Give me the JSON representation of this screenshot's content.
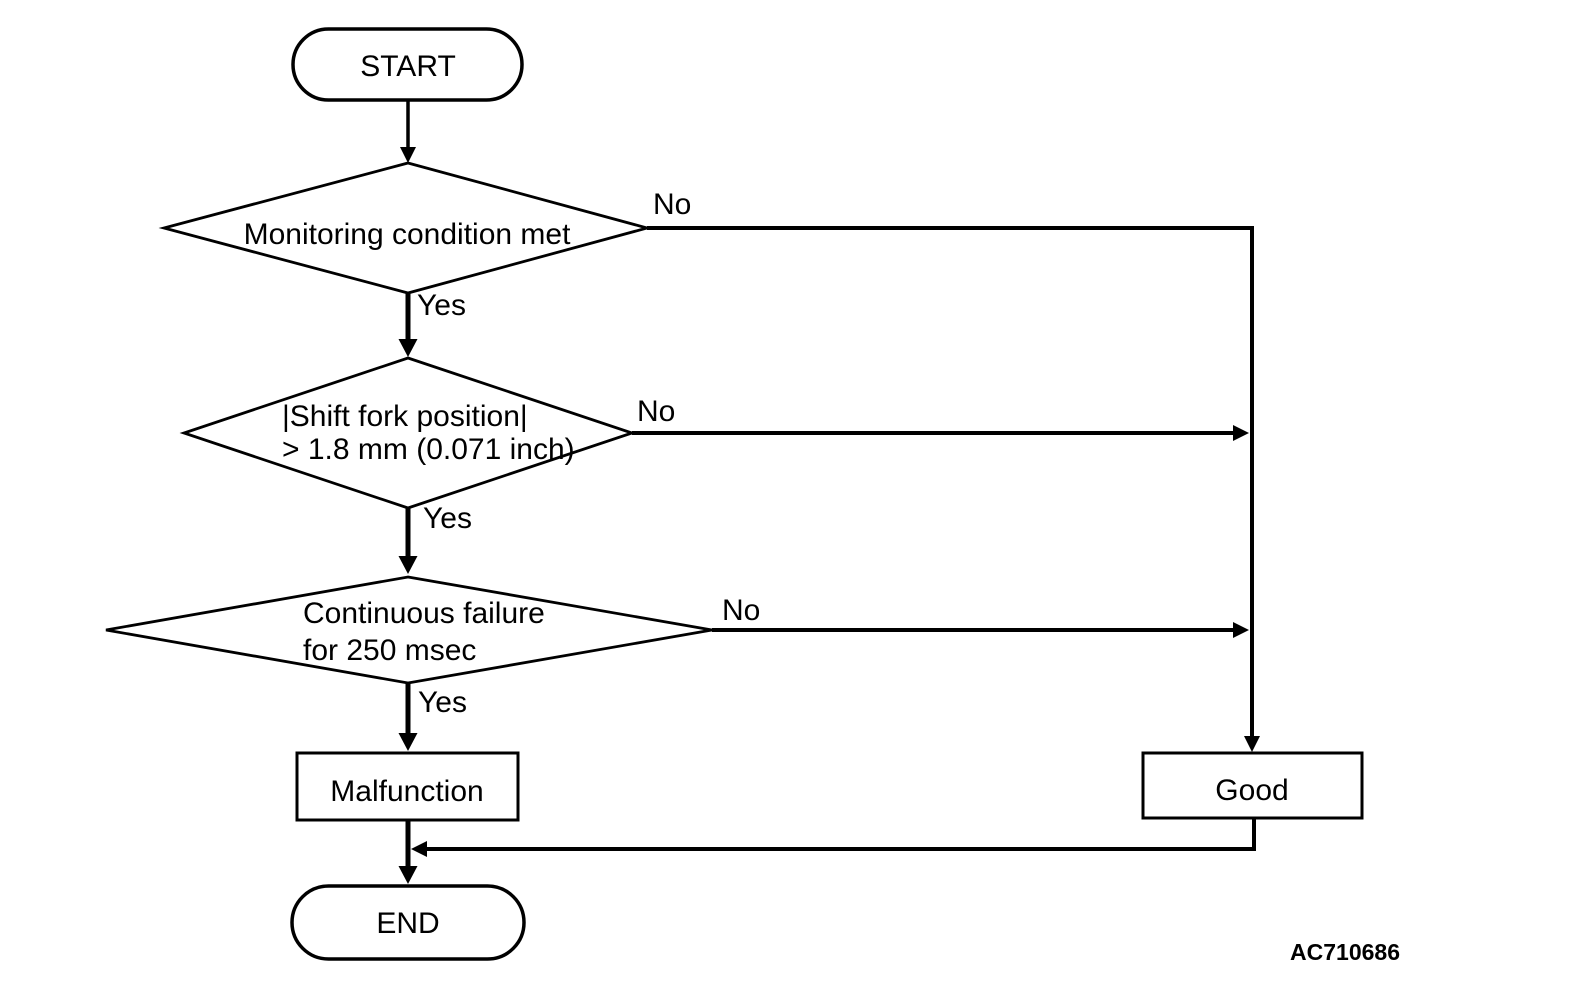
{
  "flowchart": {
    "start": "START",
    "decision1": {
      "label": "Monitoring condition met",
      "no": "No",
      "yes": "Yes"
    },
    "decision2": {
      "line1": "|Shift fork position|",
      "line2": "> 1.8 mm (0.071 inch)",
      "no": "No",
      "yes": "Yes"
    },
    "decision3": {
      "line1": "Continuous failure",
      "line2": "for 250 msec",
      "no": "No",
      "yes": "Yes"
    },
    "malfunction": "Malfunction",
    "good": "Good",
    "end": "END",
    "figure_code": "AC710686",
    "colors": {
      "line": "#000000",
      "text": "#000000",
      "background": "#ffffff"
    }
  }
}
